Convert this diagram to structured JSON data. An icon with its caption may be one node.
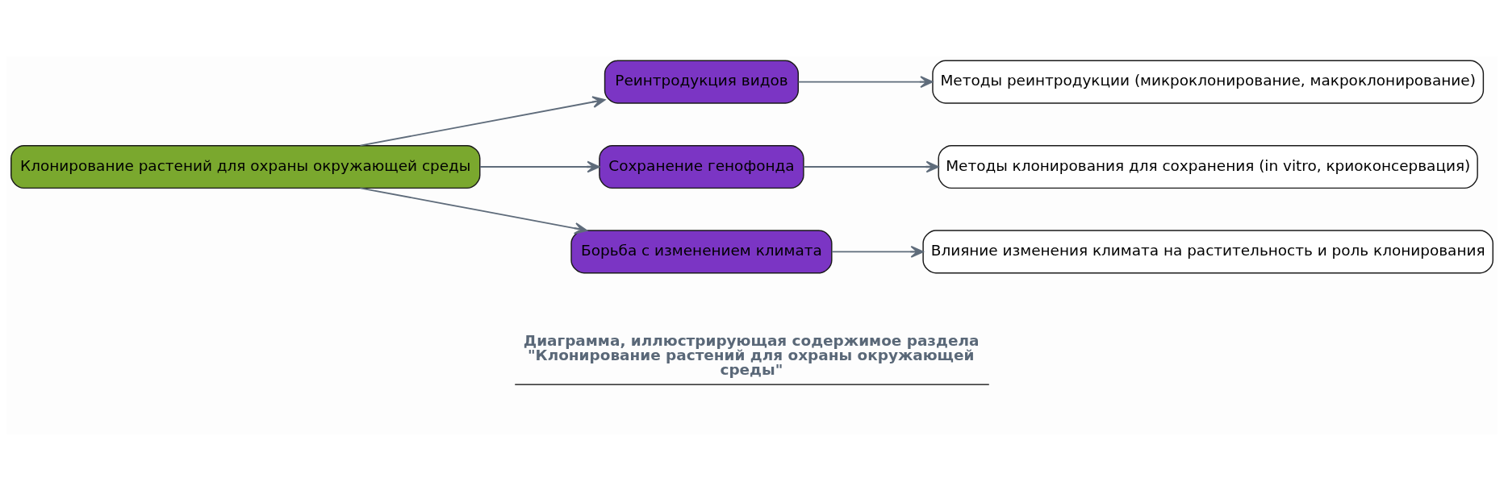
{
  "diagram": {
    "caption": "Диаграмма, иллюстрирующая содержимое раздела \"Клонирование растений для охраны окружающей среды\"",
    "nodes": [
      {
        "text": [
          "Клонирование растений для охраны окружающей среды"
        ]
      },
      {
        "text": [
          "Реинтродукция видов"
        ]
      },
      {
        "text": [
          "Сохранение генофонда"
        ]
      },
      {
        "text": [
          "Борьба с изменением климата"
        ]
      },
      {
        "text": [
          "Методы реинтродукции (микроклонирование, макроклонирование)"
        ]
      },
      {
        "text": [
          "Методы клонирования для сохранения (in vitro, криоконсервация)"
        ]
      },
      {
        "text": [
          "Влияние изменения климата на растительность и роль клонирования"
        ]
      }
    ],
    "edges": [
      {
        "from": 0,
        "to": 1,
        "arrow": "to"
      },
      {
        "from": 0,
        "to": 2,
        "arrow": "to"
      },
      {
        "from": 0,
        "to": 3,
        "arrow": "to"
      },
      {
        "from": 1,
        "to": 4,
        "arrow": "to"
      },
      {
        "from": 2,
        "to": 5,
        "arrow": "to"
      },
      {
        "from": 3,
        "to": 6,
        "arrow": "to"
      }
    ]
  }
}
